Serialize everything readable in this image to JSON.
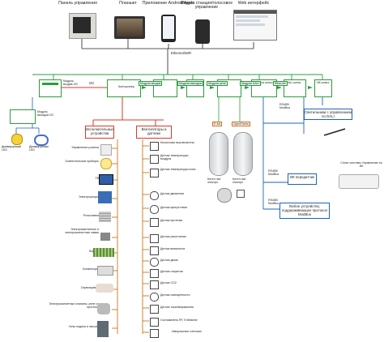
{
  "top_devices": [
    {
      "label": "Панель управления",
      "icon": "control-panel-icon"
    },
    {
      "label": "Планшет",
      "icon": "tablet-icon"
    },
    {
      "label": "Приложение Android/Apple",
      "icon": "smartphone-icon"
    },
    {
      "label": "Яндекс станция/голосовое управление",
      "icon": "smart-speaker-icon"
    },
    {
      "label": "Web интерфейс",
      "icon": "web-browser-icon"
    }
  ],
  "network_label": "Ethernet/WiFi",
  "i2c_label": "I2C",
  "controller_label": "Контроллер",
  "modules": [
    {
      "label": "Модули входов"
    },
    {
      "label": "Модули выходов"
    },
    {
      "label": "Модули реле"
    },
    {
      "label": "Модули DALI"
    },
    {
      "label": "ModBus шлюз"
    },
    {
      "label": "Ethernet"
    },
    {
      "label": "DALI шлюз"
    },
    {
      "label": "ИК шлюз"
    }
  ],
  "left_modules": [
    {
      "label": "Модуль входов I2C"
    },
    {
      "label": "Модуль выходов I2C"
    }
  ],
  "left_items": [
    "Диммируемый LED",
    "Диммируемые LED"
  ],
  "red_headers": [
    "Исполнительные устройства",
    "Вентиляторы и датчики"
  ],
  "actuators": [
    "Управление розетки",
    "Осветительные приборы",
    "ТВ",
    "Электрошторы",
    "Рольставни",
    "Электромагнитные и электромагнитные замки",
    "Ворота",
    "Конвекторы",
    "Сервопривод",
    "Электромагнитные клапаны, реле от протечки",
    "Узлы подачи и насосы"
  ],
  "sensors": [
    "Кнопочные выключатели",
    "Датчик температуры воздуха",
    "Датчик температуры пола",
    "Датчик движения",
    "Датчик присутствия",
    "Датчик протечки",
    "Датчик расстояния",
    "Датчик влажности",
    "Датчик дыма",
    "Датчик открытия",
    "Датчик CO2",
    "Датчик освещенности",
    "Датчик тока/напряжения",
    "Считыватель RF, EmMarine",
    "Импульсные счетчики"
  ],
  "heaters": [
    {
      "tag": "Е Art",
      "label": "Котел газ/электро"
    },
    {
      "tag": "OpenTherm",
      "label": "Котел газ/электро"
    }
  ],
  "rs485_labels": [
    "RS485/ ModBus",
    "RS485/ ModBus",
    "RS485/ ModBus"
  ],
  "right_items": [
    "Светильники с управлением по DALI",
    "Сплит системы Управление по ИК",
    "ИК передатчик",
    "Любое устройство, поддерживающее протокол ModBus"
  ],
  "colors": {
    "green": "#2a9d3a",
    "red": "#d83a2a",
    "blue": "#1c63b8",
    "orange": "#c9761f",
    "black": "#222222"
  }
}
